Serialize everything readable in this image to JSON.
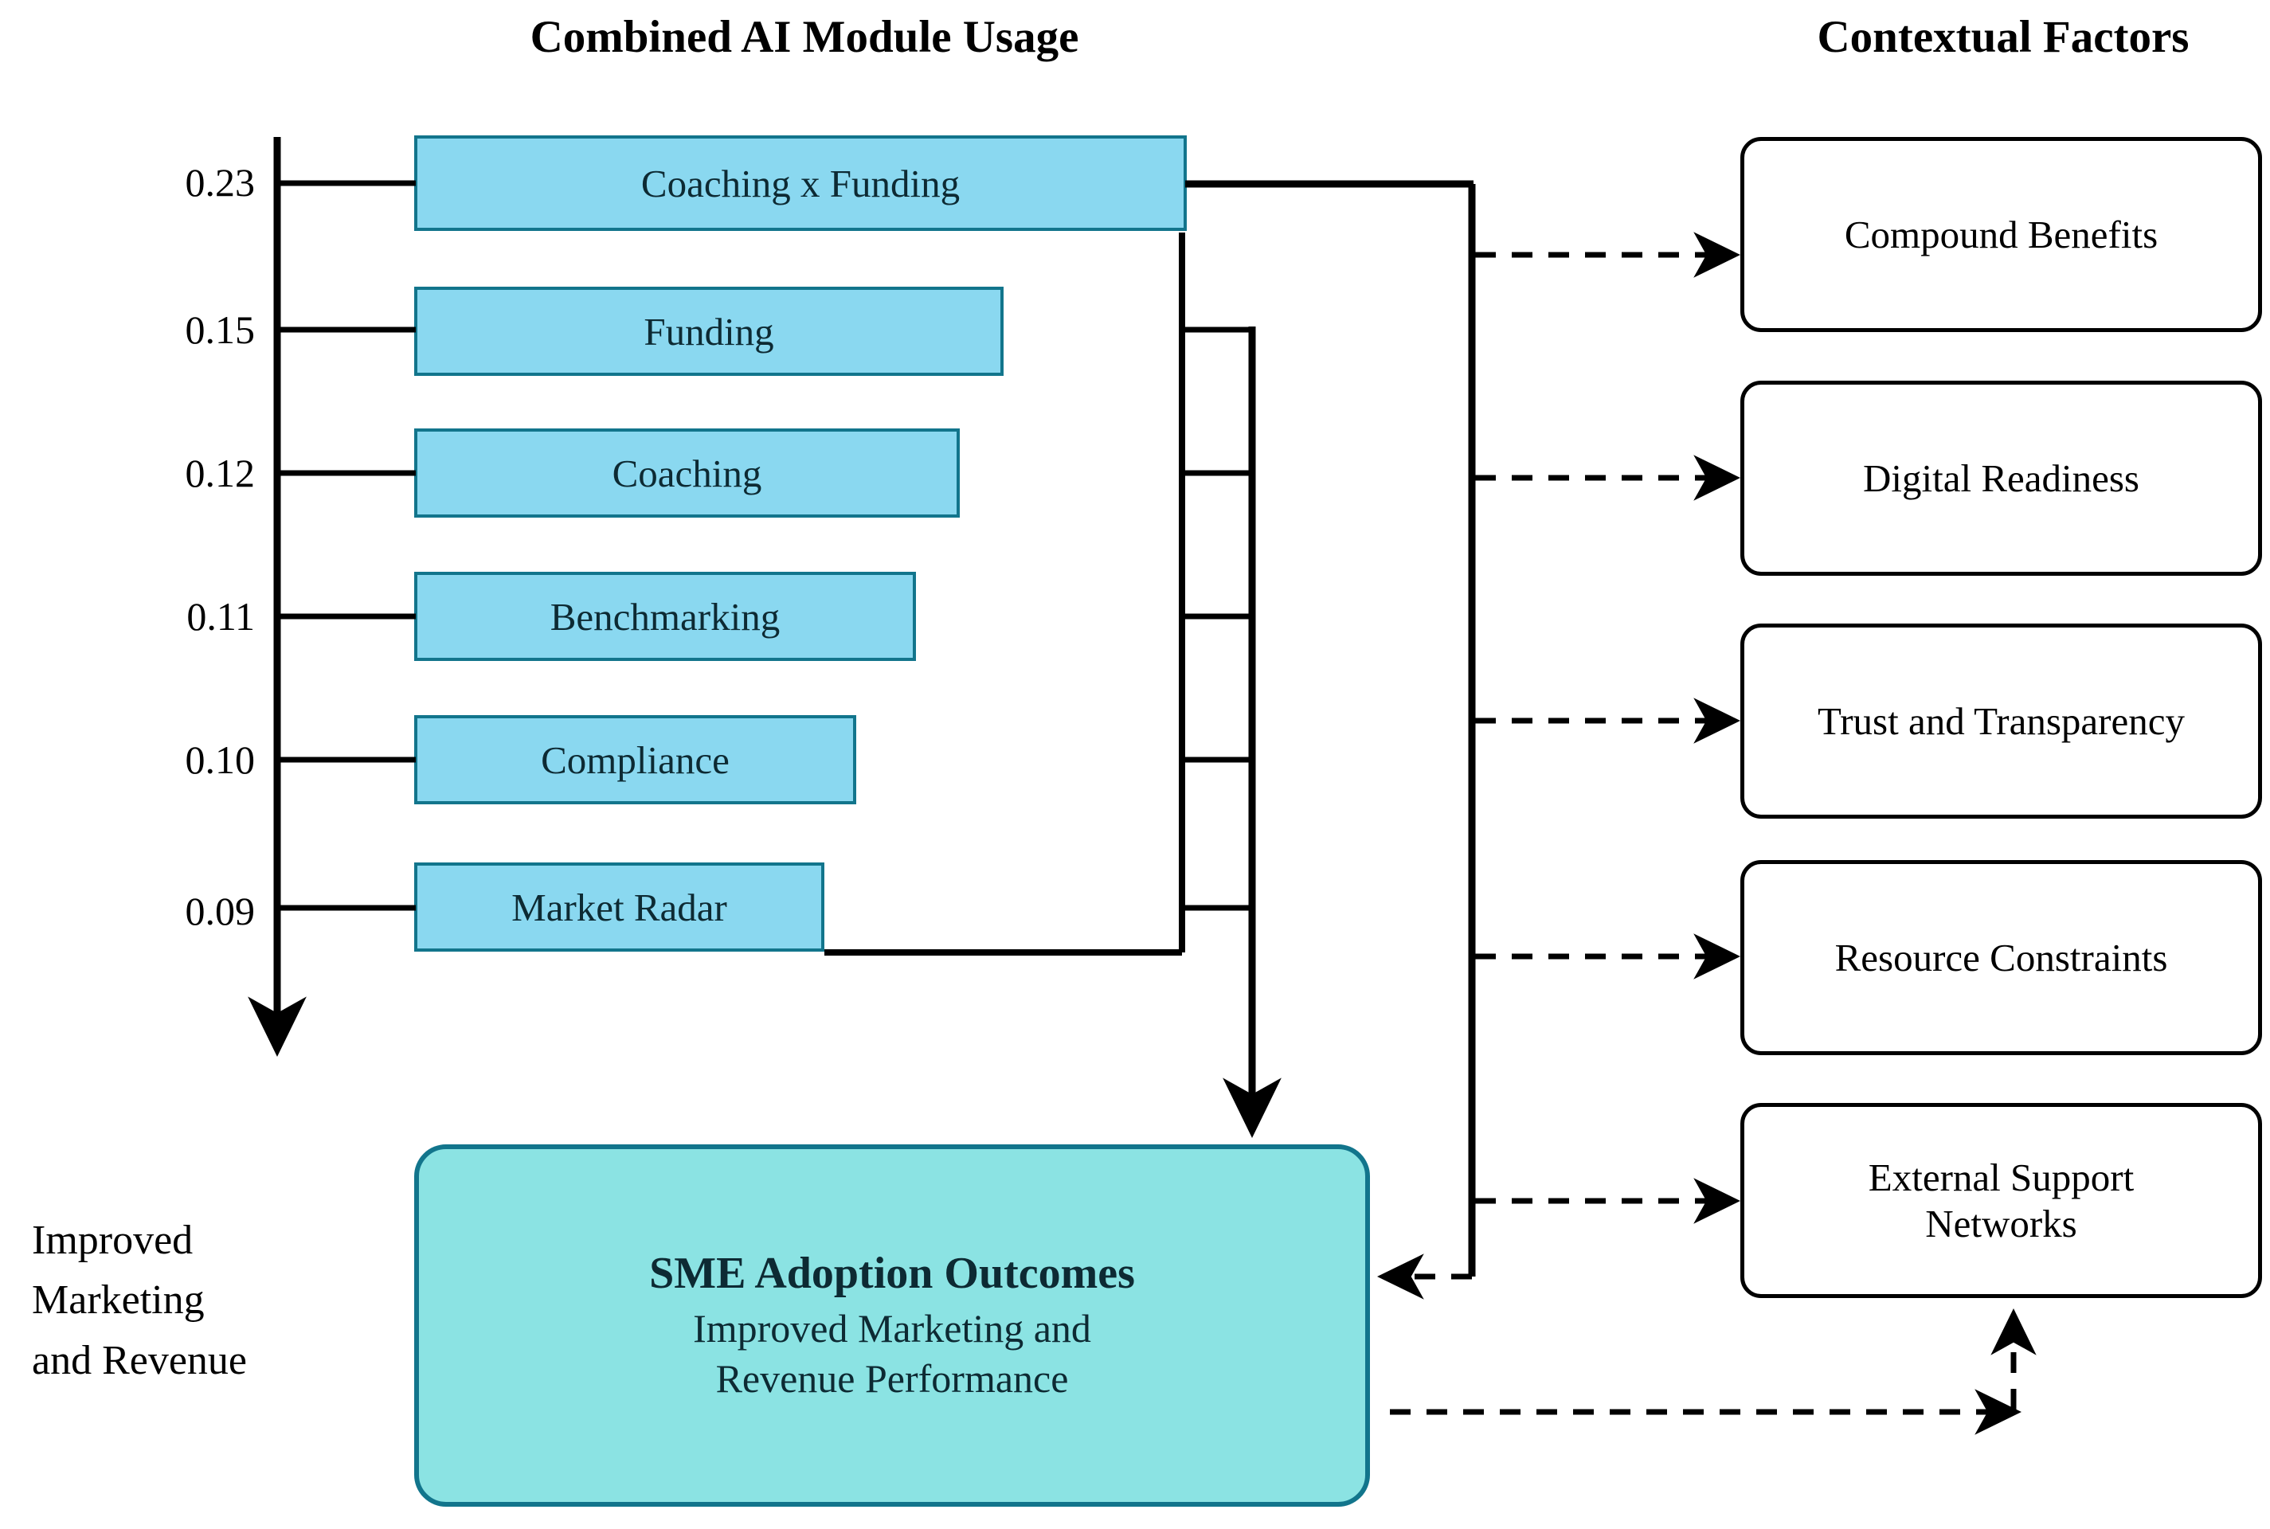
{
  "headers": {
    "left": "Combined AI Module Usage",
    "right": "Contextual Factors"
  },
  "chart_data": {
    "type": "bar",
    "title": "Combined AI Module Usage",
    "orientation": "horizontal",
    "xlabel": "",
    "ylabel": "",
    "categories": [
      "Coaching x Funding",
      "Funding",
      "Coaching",
      "Benchmarking",
      "Compliance",
      "Market Radar"
    ],
    "values": [
      0.23,
      0.15,
      0.12,
      0.11,
      0.1,
      0.09
    ],
    "tick_labels": [
      "0.23",
      "0.15",
      "0.12",
      "0.11",
      "0.10",
      "0.09"
    ],
    "xlim": [
      0,
      0.23
    ],
    "grid": false,
    "legend": "none",
    "bar_fill": "#8ad8f0",
    "bar_stroke": "#12758c"
  },
  "bars": [
    {
      "label": "Coaching x Funding",
      "value": "0.23"
    },
    {
      "label": "Funding",
      "value": "0.15"
    },
    {
      "label": "Coaching",
      "value": "0.12"
    },
    {
      "label": "Benchmarking",
      "value": "0.11"
    },
    {
      "label": "Compliance",
      "value": "0.10"
    },
    {
      "label": "Market Radar",
      "value": "0.09"
    }
  ],
  "contextual_factors": [
    {
      "label": "Compound Benefits"
    },
    {
      "label": "Digital Readiness"
    },
    {
      "label": "Trust and Transparency"
    },
    {
      "label": "Resource Constraints"
    },
    {
      "label": "External Support\nNetworks"
    }
  ],
  "outcome": {
    "title": "SME Adoption Outcomes",
    "subtitle_line1": "Improved Marketing and",
    "subtitle_line2": "Revenue Performance",
    "fill": "#8be3e3",
    "stroke": "#12758c"
  },
  "left_caption": {
    "line1": "Improved",
    "line2": "Marketing",
    "line3": "and Revenue"
  },
  "colors": {
    "bar_fill": "#8ad8f0",
    "bar_stroke": "#12758c",
    "outcome_fill": "#8be3e3",
    "line": "#000000",
    "background": "#ffffff"
  }
}
